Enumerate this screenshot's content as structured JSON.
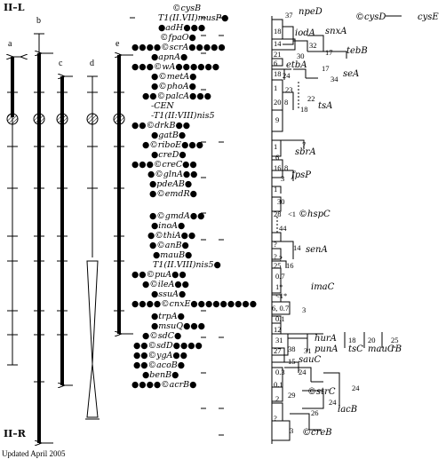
{
  "title_top": "II–L",
  "title_bottom": "II–R",
  "footer": "Updated April 2005",
  "columns": [
    "a",
    "b",
    "c",
    "d",
    "e"
  ],
  "genes": [
    "©cysB",
    "T1(II.VII)musP●",
    "●adH●●●",
    "©fpaO●",
    "●●●●©scrA●●●●●",
    "●apnA●",
    "●●●©wA●●●●●●",
    "●©metA●",
    "●©phoA●",
    "●●©palcA●●●",
    "-CEN",
    "-T1(II:VIII)nis5",
    "●●©drkB●●",
    "●gatB●",
    "●©riboE●●●",
    "●creD●",
    "●●●©creC●●",
    "●©glnA●●",
    "●pdeAB●",
    "●©emdR●",
    "●©gmdA●●",
    "●inoA●",
    "●©thiA●●",
    "●©anB●",
    "●mauB●",
    "T1(II.VIII)nis5●",
    "●●©puA●●",
    "●©ileA●●",
    "●ssuA●",
    "●●●●©cnxE●●●●●●●●●",
    "●trpA●",
    "●msuQ●●●",
    "●©sdC●",
    "●●©sdD●●●●",
    "●●©ygA●●",
    "●●©acoB●",
    "●benB●",
    "●●●●©acrB●"
  ],
  "distances": [
    "37",
    "18",
    "14",
    "21",
    "30",
    "32",
    "17",
    "6",
    "18",
    "24",
    "17",
    "34",
    "1",
    "23",
    "20",
    "8",
    "22",
    "18",
    "9",
    "1",
    "7",
    "6",
    "16",
    "8",
    "3",
    "1",
    "30",
    "28",
    "<1",
    "44",
    "?",
    "14",
    "?",
    "?",
    "25",
    "16",
    "0.7",
    "1*",
    "<1*",
    "6, 0.7",
    "3",
    "0.1",
    "12",
    "31",
    "18",
    "20",
    "25",
    "27",
    "38",
    "31",
    "15",
    "0.3",
    "24",
    "0.1",
    "24",
    "2",
    "29",
    "24",
    "26",
    "3",
    "?"
  ],
  "right_genes": [
    "npeD",
    "©cysD",
    "cysE",
    "iodA",
    "snxA",
    "tebB",
    "etbA",
    "seA",
    "tsA",
    "sbrA",
    "fpsP",
    "©hspC",
    "senA",
    "imaC",
    "hurA",
    "punA",
    "tsC",
    "mauC",
    "rB",
    "sauC",
    "©strC",
    "lacB",
    "©creB"
  ]
}
